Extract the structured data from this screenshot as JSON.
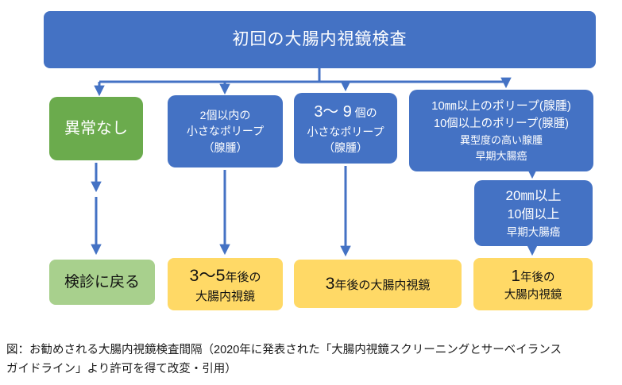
{
  "colors": {
    "node_blue": "#4472C4",
    "node_green": "#6BAB4D",
    "node_light_green": "#A8D08D",
    "node_orange": "#FFD966",
    "arrow_blue": "#4472C4"
  },
  "root": {
    "label": "初回の大腸内視鏡検査"
  },
  "branches": {
    "normal": {
      "label": "異常なし"
    },
    "two_or_less": {
      "lines": [
        "2個以内の",
        "小さなポリープ",
        "（腺腫）"
      ]
    },
    "three_to_nine": {
      "big": "3～ 9",
      "rest": " 個の",
      "lines": [
        "小さなポリープ",
        "（腺腫）"
      ]
    },
    "high_risk": {
      "lines": [
        "10㎜以上のポリープ(腺腫)",
        "10個以上のポリープ(腺腫)",
        "異型度の高い腺腫",
        "早期大腸癌"
      ]
    }
  },
  "sub_node": {
    "lines": [
      "20㎜以上",
      "10個以上",
      "早期大腸癌"
    ]
  },
  "outcomes": {
    "return_screening": {
      "label": "検診に戻る"
    },
    "after_3_5_years": {
      "big": "3～5",
      "rest": "年後の",
      "line2": "大腸内視鏡"
    },
    "after_3_years": {
      "big": "3",
      "rest": "年後の大腸内視鏡"
    },
    "after_1_year": {
      "big": "1",
      "rest": "年後の",
      "line2": "大腸内視鏡"
    }
  },
  "caption": "図：お勧めされる大腸内視鏡検査間隔（2020年に発表された「大腸内視鏡スクリーニングとサーベイランスガイドライン」より許可を得て改変・引用）"
}
